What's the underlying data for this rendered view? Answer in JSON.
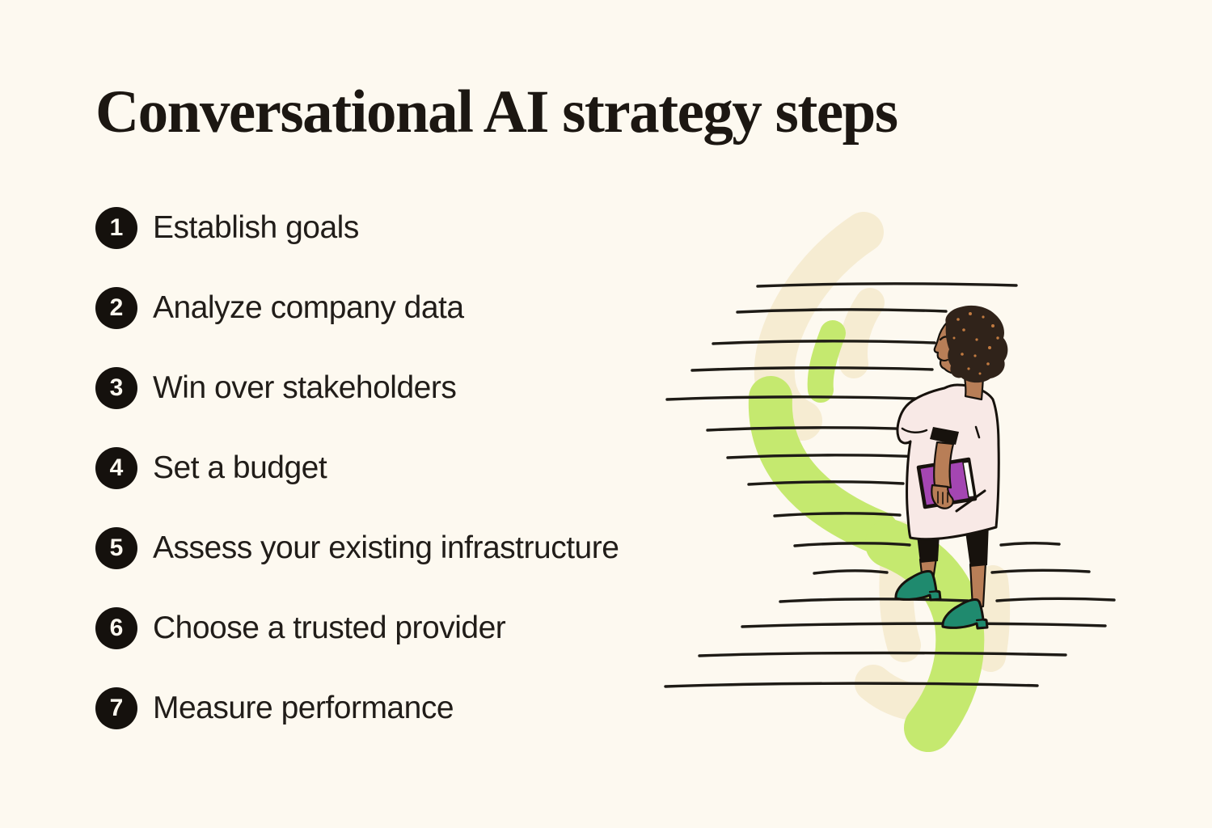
{
  "header": {
    "title": "Conversational AI strategy steps"
  },
  "steps": [
    {
      "number": "1",
      "label": "Establish goals"
    },
    {
      "number": "2",
      "label": "Analyze company data"
    },
    {
      "number": "3",
      "label": "Win over stakeholders"
    },
    {
      "number": "4",
      "label": "Set a budget"
    },
    {
      "number": "5",
      "label": "Assess your existing infrastructure"
    },
    {
      "number": "6",
      "label": "Choose a trusted provider"
    },
    {
      "number": "7",
      "label": "Measure performance"
    }
  ],
  "illustration": {
    "alt": "Woman carrying a purple book while walking up hand-drawn stairs",
    "colors": {
      "stair_line": "#1e1b16",
      "green_brush": "#c5e96f",
      "cream_brush": "#f6ecd2",
      "skin": "#b87e57",
      "hair": "#30231a",
      "hair_speckle": "#c17a40",
      "dress": "#f8e9e6",
      "book": "#a446b2",
      "heels": "#1f8a6e",
      "dark_accent": "#17120d"
    }
  },
  "theme": {
    "background": "#fdf9f0",
    "title_color": "#1c1712",
    "text_color": "#211d19",
    "badge_bg": "#15110d",
    "badge_text": "#fdf9f0"
  }
}
